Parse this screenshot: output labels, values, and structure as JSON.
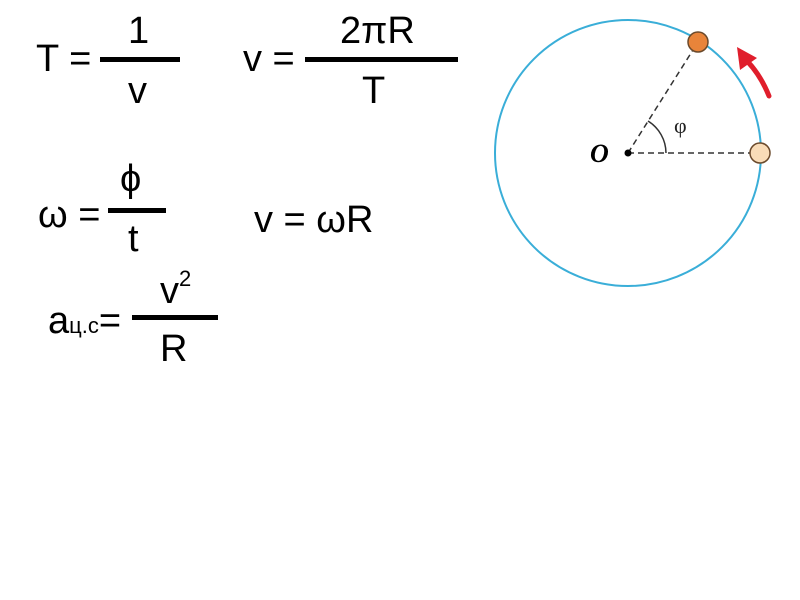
{
  "formulas": {
    "period": {
      "lhs": "T =",
      "numerator": "1",
      "denominator": "v"
    },
    "linear_speed": {
      "lhs": "v =",
      "numerator": "2πR",
      "denominator": "T"
    },
    "angular_speed": {
      "lhs": "ω =",
      "numerator": "ϕ",
      "denominator": "t"
    },
    "speed_relation": {
      "text": "v = ωR"
    },
    "centripetal": {
      "lhs_symbol": "a",
      "lhs_subscript": "ц.с",
      "equals": "=",
      "numerator_base": "v",
      "numerator_power": "2",
      "denominator": "R"
    }
  },
  "diagram": {
    "center_label": "O",
    "angle_label": "φ",
    "colors": {
      "circle": "#3aaed8",
      "arrow": "#e01e2c",
      "moving_ball": "#e8843a",
      "start_ball": "#f9dcb8"
    }
  }
}
